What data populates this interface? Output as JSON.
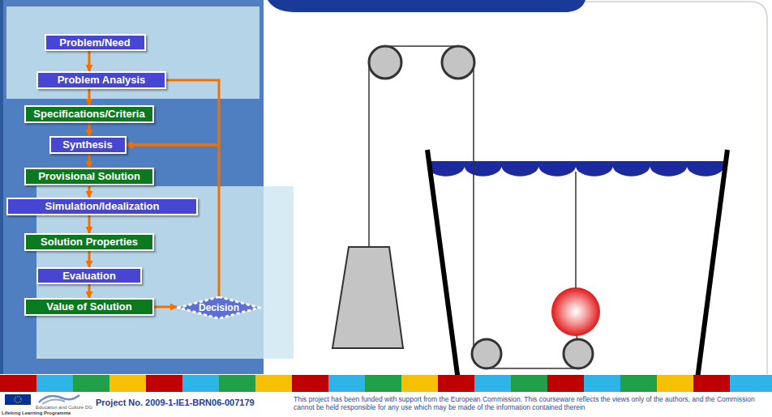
{
  "diagram": {
    "nodes": [
      {
        "text": [
          "Problem/Need"
        ]
      },
      {
        "text": [
          "Problem Analysis"
        ]
      },
      {
        "text": [
          "Specifications/Criteria"
        ]
      },
      {
        "text": [
          "Synthesis"
        ]
      },
      {
        "text": [
          "Provisional Solution"
        ]
      },
      {
        "text": [
          "Simulation/Idealization"
        ]
      },
      {
        "text": [
          "Solution Properties"
        ]
      },
      {
        "text": [
          "Evaluation"
        ]
      },
      {
        "text": [
          "Value of Solution"
        ]
      },
      {
        "text": [
          "Decision"
        ]
      }
    ],
    "edges": [
      {
        "from": 0,
        "to": 1,
        "arrow": "to"
      },
      {
        "from": 1,
        "to": 2,
        "arrow": "to"
      },
      {
        "from": 2,
        "to": 3,
        "arrow": "to"
      },
      {
        "from": 3,
        "to": 4,
        "arrow": "to"
      },
      {
        "from": 4,
        "to": 5,
        "arrow": "to"
      },
      {
        "from": 5,
        "to": 6,
        "arrow": "to"
      },
      {
        "from": 6,
        "to": 7,
        "arrow": "to"
      },
      {
        "from": 7,
        "to": 8,
        "arrow": "to"
      },
      {
        "from": 8,
        "to": 9,
        "arrow": "to"
      },
      {
        "from": 1,
        "to": 3,
        "arrow": "to"
      },
      {
        "from": 9,
        "to": 3,
        "arrow": "to"
      }
    ],
    "labels": [
      "Project No. 2009-1-IE1-BRN06-007179",
      "This project has been funded with support from the European Commission. This courseware reflects the views only of the authors, and the Commission cannot be held responsible for any use which may be made of the information contained therein",
      "Education and Culture DG",
      "Lifelong Learning Programme"
    ]
  }
}
